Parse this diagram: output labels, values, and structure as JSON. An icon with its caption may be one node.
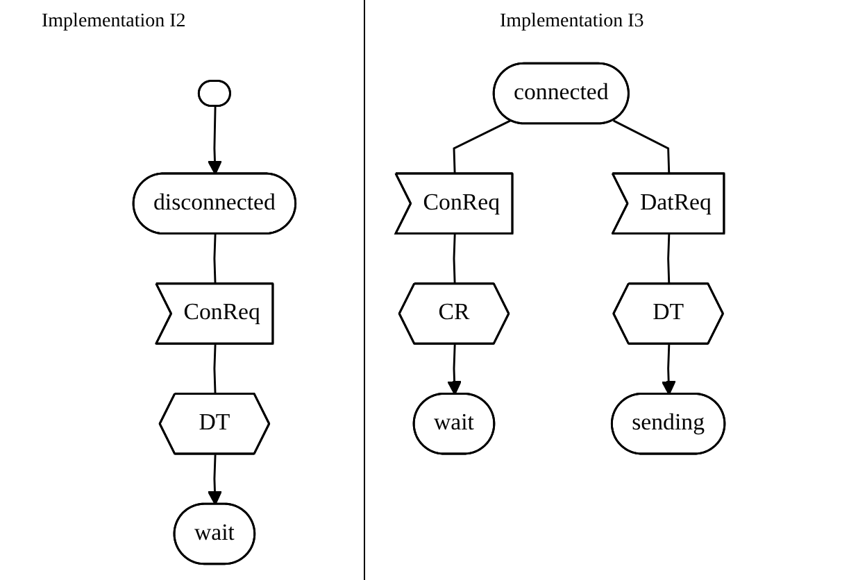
{
  "diagram": {
    "nodes": [
      {
        "text": [],
        "shape": "oval"
      },
      {
        "text": [
          "disconnected"
        ]
      },
      {
        "text": [
          "ConReq"
        ]
      },
      {
        "text": [
          "DT"
        ]
      },
      {
        "text": [
          "wait"
        ]
      },
      {
        "text": [
          "connected"
        ]
      },
      {
        "text": [
          "ConReq"
        ]
      },
      {
        "text": [
          "DatReq"
        ]
      },
      {
        "text": [
          "CR"
        ]
      },
      {
        "text": [
          "wait"
        ]
      },
      {
        "text": [
          "DT"
        ]
      },
      {
        "text": [
          "sending"
        ]
      }
    ],
    "edges": [
      {
        "from": 0,
        "to": 1,
        "arrow": "to"
      },
      {
        "from": 1,
        "to": 2,
        "arrow": "none"
      },
      {
        "from": 2,
        "to": 3,
        "arrow": "none"
      },
      {
        "from": 3,
        "to": 4,
        "arrow": "to"
      },
      {
        "from": 5,
        "to": 6,
        "arrow": "none"
      },
      {
        "from": 5,
        "to": 7,
        "arrow": "none"
      },
      {
        "from": 6,
        "to": 8,
        "arrow": "none"
      },
      {
        "from": 8,
        "to": 9,
        "arrow": "to"
      },
      {
        "from": 7,
        "to": 10,
        "arrow": "none"
      },
      {
        "from": 10,
        "to": 11,
        "arrow": "to"
      }
    ],
    "labels": [
      "Implementation I2",
      "Implementation I3"
    ]
  }
}
